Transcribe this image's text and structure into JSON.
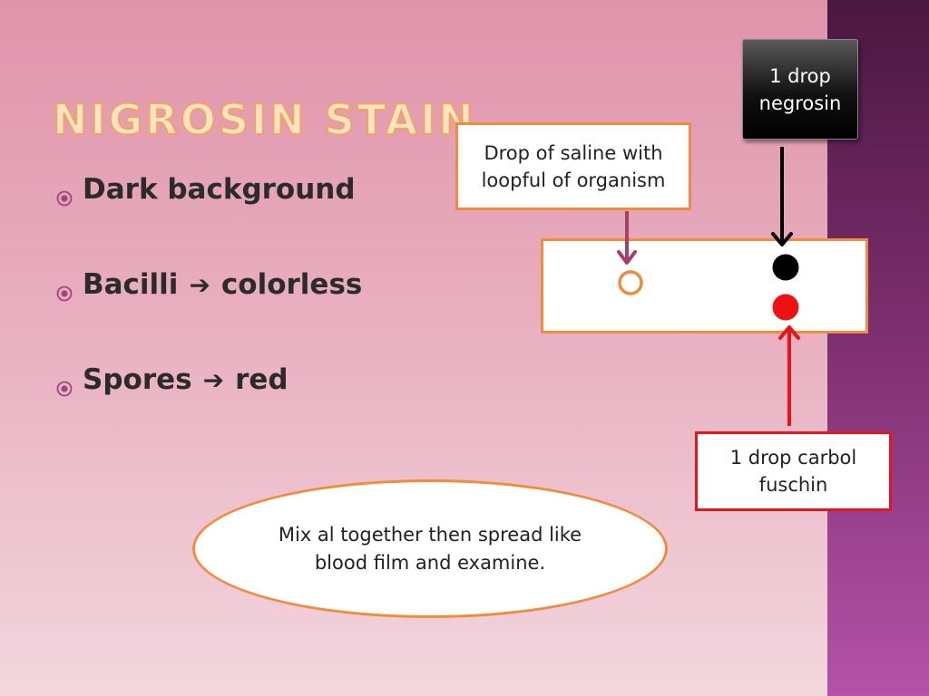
{
  "slide": {
    "title": "Nigrosin Stain",
    "bullets": [
      {
        "label": "Dark background",
        "arrow": false,
        "result": ""
      },
      {
        "label": "Bacilli",
        "arrow": true,
        "result": "colorless"
      },
      {
        "label": "Spores",
        "arrow": true,
        "result": "red"
      }
    ]
  },
  "diagram": {
    "negrosin_label": "1 drop negrosin",
    "saline_label": "Drop of saline with loopful of organism",
    "carbol_label": "1 drop carbol fuschin",
    "instruction": "Mix al together then spread like blood film and examine."
  },
  "colors": {
    "accent_orange": "#f08c3c",
    "carbol_red": "#e8141a",
    "saline_arrow": "#a83e6a",
    "negrosin_drop": "#000000",
    "title_fill": "#fbe3c3"
  },
  "icons": {
    "bullet": "circled-dot-icon",
    "arrow": "right-arrow-icon"
  }
}
